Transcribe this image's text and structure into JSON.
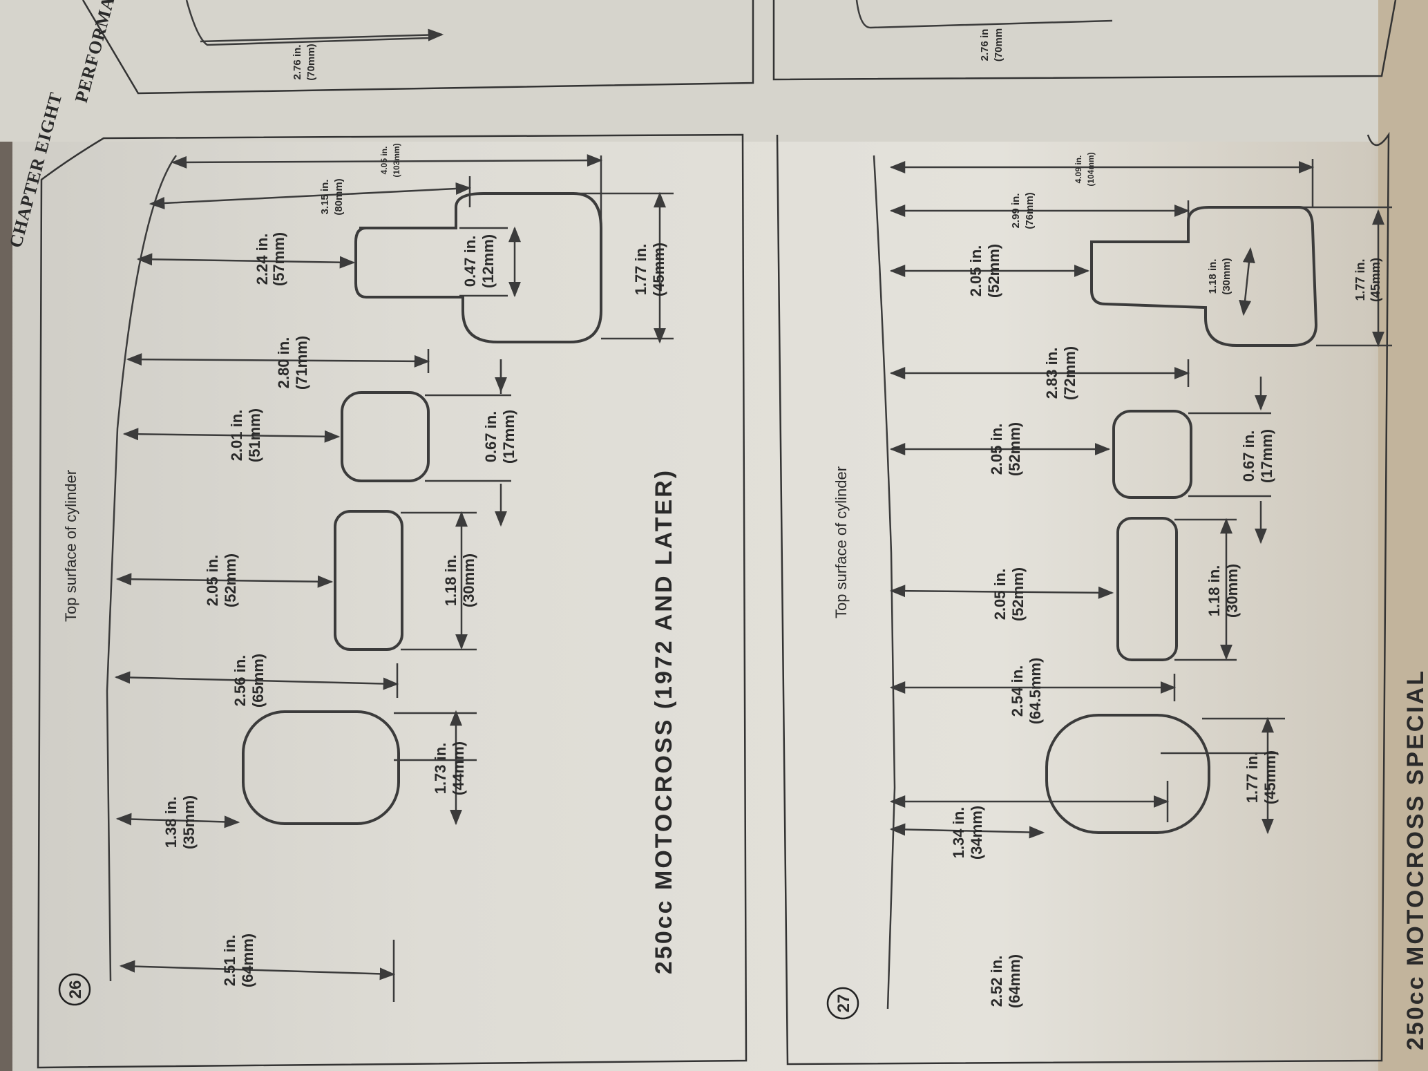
{
  "header": {
    "chapter": "CHAPTER EIGHT",
    "section": "PERFORMA"
  },
  "top_labels": {
    "a": "2.76 in.",
    "a_mm": "(70mm)",
    "b": "2.76 in",
    "b_mm": "(70mm"
  },
  "fig26": {
    "number": "26",
    "top_label": "Top surface of cylinder",
    "title": "250cc  MOTOCROSS  (1972  AND  LATER)",
    "dims": [
      {
        "in": "2.51 in.",
        "mm": "(64mm)"
      },
      {
        "in": "1.38 in.",
        "mm": "(35mm)"
      },
      {
        "in": "1.73 in.",
        "mm": "(44mm)"
      },
      {
        "in": "2.56 in.",
        "mm": "(65mm)"
      },
      {
        "in": "2.05 in.",
        "mm": "(52mm)"
      },
      {
        "in": "1.18 in.",
        "mm": "(30mm)"
      },
      {
        "in": "2.01 in.",
        "mm": "(51mm)"
      },
      {
        "in": "0.67 in.",
        "mm": "(17mm)"
      },
      {
        "in": "2.80 in.",
        "mm": "(71mm)"
      },
      {
        "in": "2.24 in.",
        "mm": "(57mm)"
      },
      {
        "in": "0.47 in.",
        "mm": "(12mm)"
      },
      {
        "in": "3.15 in.",
        "mm": "(80mm)"
      },
      {
        "in": "4.05 in.",
        "mm": "(103mm)"
      },
      {
        "in": "1.77 in.",
        "mm": "(45mm)"
      }
    ]
  },
  "fig27": {
    "number": "27",
    "top_label": "Top surface of cylinder",
    "title": "250cc  MOTOCROSS  SPECIAL",
    "dims": [
      {
        "in": "2.52 in.",
        "mm": "(64mm)"
      },
      {
        "in": "1.34 in.",
        "mm": "(34mm)"
      },
      {
        "in": "1.77 in.",
        "mm": "(45mm)"
      },
      {
        "in": "2.54 in.",
        "mm": "(64.5mm)"
      },
      {
        "in": "2.05 in.",
        "mm": "(52mm)"
      },
      {
        "in": "1.18 in.",
        "mm": "(30mm)"
      },
      {
        "in": "2.05 in.",
        "mm": "(52mm)"
      },
      {
        "in": "0.67 in.",
        "mm": "(17mm)"
      },
      {
        "in": "2.83 in.",
        "mm": "(72mm)"
      },
      {
        "in": "2.05 in.",
        "mm": "(52mm)"
      },
      {
        "in": "1.18 in.",
        "mm": "(30mm)"
      },
      {
        "in": "2.99 in.",
        "mm": "(76mm)"
      },
      {
        "in": "4.09 in.",
        "mm": "(104mm)"
      },
      {
        "in": "1.77 in.",
        "mm": "(45mm)"
      }
    ]
  }
}
